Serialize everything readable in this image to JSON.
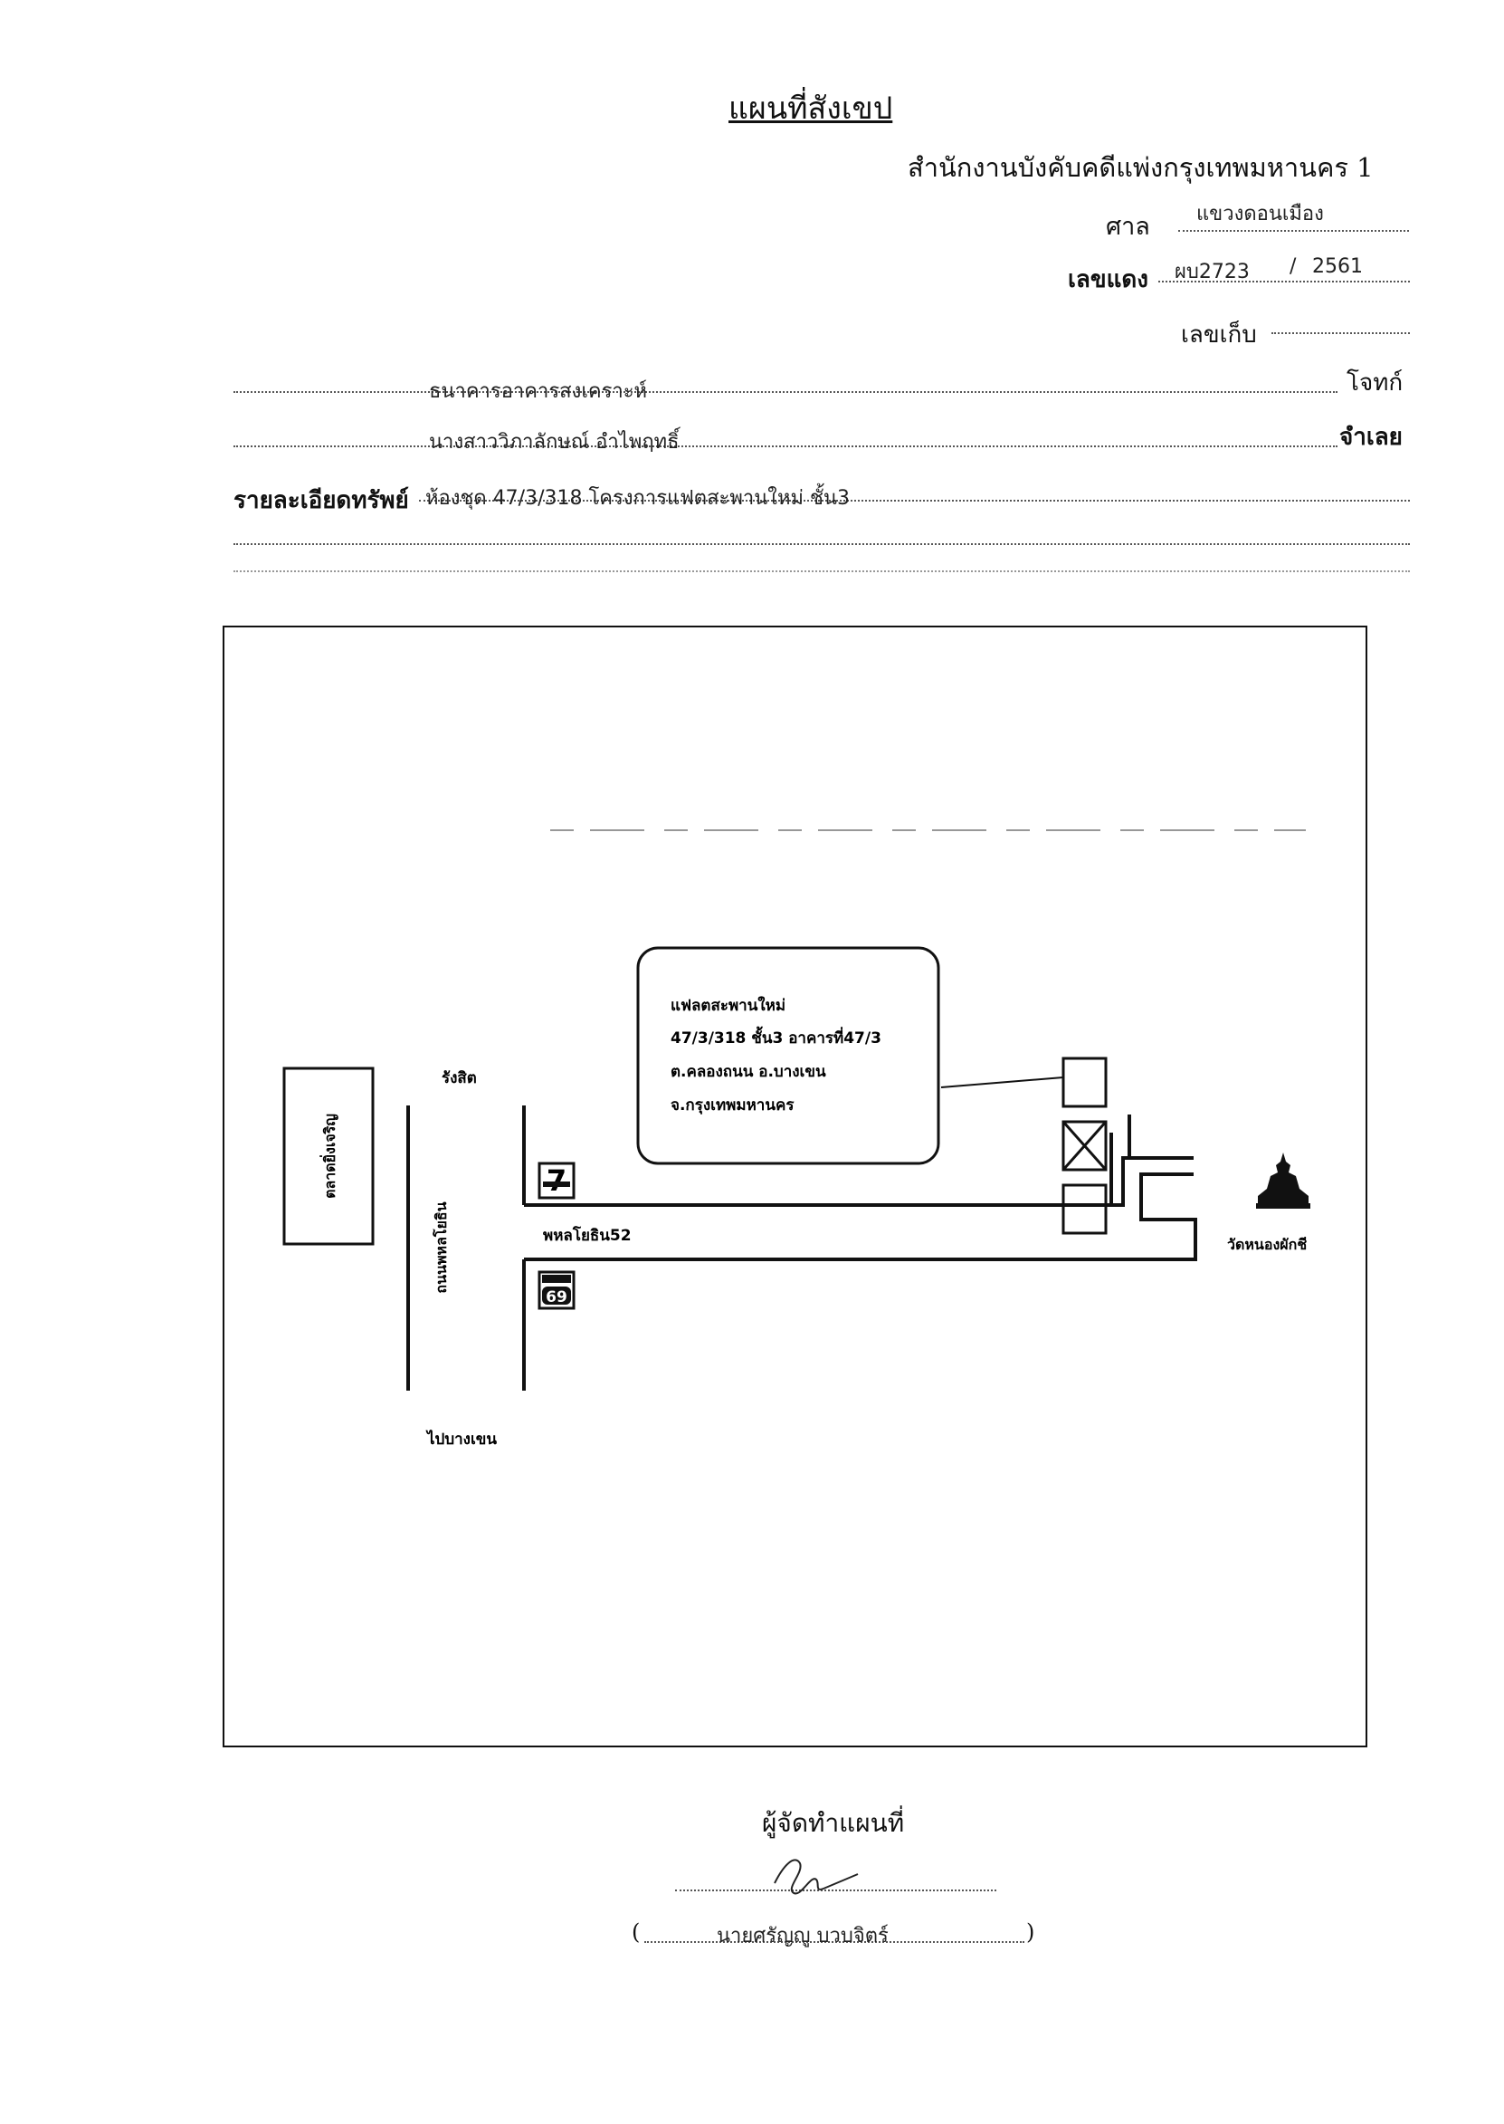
{
  "header": {
    "title": "แผนที่สังเขป",
    "office": "สำนักงานบังคับคดีแพ่งกรุงเทพมหานคร 1",
    "court_label": "ศาล",
    "court_value": "แขวงดอนเมือง",
    "case_label": "เลขแดง",
    "case_value": "ผบ2723",
    "case_sep": "/",
    "case_year": "2561",
    "file_label": "เลขเก็บ"
  },
  "parties": {
    "plaintiff_value": "ธนาคารอาคารสงเคราะห์",
    "plaintiff_label": "โจทก์",
    "defendant_value": "นางสาววิภาลักษณ์ อำไพฤทธิ์",
    "defendant_label": "จำเลย"
  },
  "asset": {
    "label": "รายละเอียดทรัพย์",
    "value": "ห้องชุด 47/3/318 โครงการแฟตสะพานใหม่ ชั้น3"
  },
  "map": {
    "property_box": {
      "line1": "แฟลตสะพานใหม่",
      "line2": "47/3/318  ชั้น3  อาคารที่47/3",
      "line3": "ต.คลองถนน อ.บางเขน",
      "line4": "จ.กรุงเทพมหานคร"
    },
    "market": "ตลาดยิ่งเจริญ",
    "rangsit": "รังสิต",
    "main_road": "ถนนพหลโยธิน",
    "soi": "พหลโยธิน52",
    "to_bangkhen": "ไปบางเขน",
    "temple": "วัดหนองผักชี",
    "store1_icon": "seven-eleven-icon",
    "store2_icon": "store-69-icon",
    "temple_icon": "buddha-statue-icon"
  },
  "footer": {
    "maker_label": "ผู้จัดทำแผนที่",
    "open_paren": "(",
    "maker_name": "นายศรัญญู บวบจิตร์",
    "close_paren": ")"
  }
}
